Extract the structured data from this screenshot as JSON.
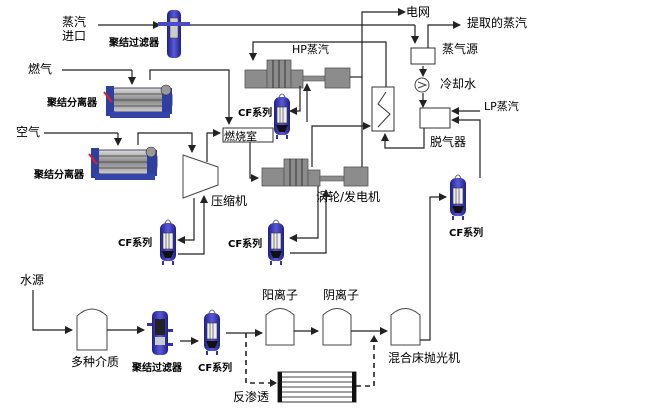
{
  "labels": {
    "steam_inlet_1": "蒸汽",
    "steam_inlet_2": "进口",
    "coalescing_filter_top": "聚结过滤器",
    "fuel_gas": "燃气",
    "coalescing_separator_1": "聚结分离器",
    "air": "空气",
    "coalescing_separator_2": "聚结分离器",
    "grid": "电网",
    "extracted_steam": "提取的蒸汽",
    "hp_steam": "HP蒸汽",
    "steam_source": "蒸气源",
    "cooling_water": "冷却水",
    "lp_steam": "LP蒸汽",
    "deaerator": "脱气器",
    "cf_series_hp": "CF系列",
    "combustion_chamber": "燃烧室",
    "compressor": "压缩机",
    "turbine_generator": "涡轮/发电机",
    "cf_series_compressor": "CF系列",
    "cf_series_turbine": "CF系列",
    "cf_series_deaerator": "CF系列",
    "water_source": "水源",
    "multimedia": "多种介质",
    "coalescing_filter_bottom": "聚结过滤器",
    "cf_series_water": "CF系列",
    "cation": "阳离子",
    "anion": "阴离子",
    "mixed_bed_polisher": "混合床抛光机",
    "reverse_osmosis": "反渗透"
  },
  "colors": {
    "line": "#222222",
    "equipment_gray": "#8c8c8c",
    "filter_blue": "#3a3ab0",
    "background": "#ffffff"
  }
}
